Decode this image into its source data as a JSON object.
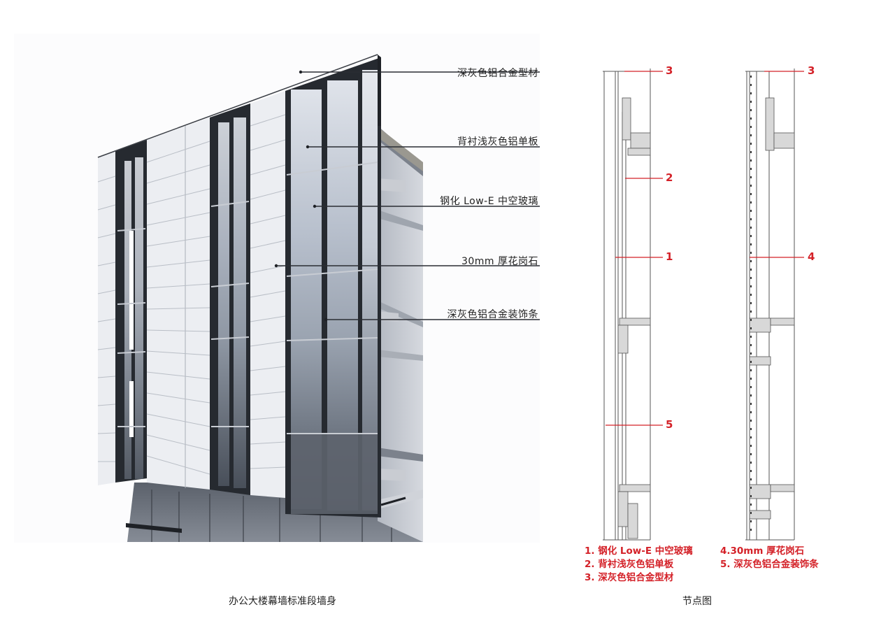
{
  "left_figure": {
    "caption": "办公大楼幕墙标准段墙身",
    "callouts": [
      {
        "label": "深灰色铝合金型材"
      },
      {
        "label": "背衬浅灰色铝单板"
      },
      {
        "label": "钢化 Low-E 中空玻璃"
      },
      {
        "label": "30mm 厚花岗石"
      },
      {
        "label": "深灰色铝合金装饰条"
      }
    ]
  },
  "right_figure": {
    "caption": "节点图",
    "section_a_markers": [
      "3",
      "2",
      "1",
      "5"
    ],
    "section_b_markers": [
      "3",
      "4"
    ],
    "legend": [
      "1. 钢化 Low-E 中空玻璃",
      "2. 背衬浅灰色铝单板",
      "3. 深灰色铝合金型材",
      "4.30mm 厚花岗石",
      "5. 深灰色铝合金装饰条"
    ]
  },
  "colors": {
    "annotation_red": "#d42128",
    "frame_dark": "#2a2d33",
    "panel_light": "#e9ecf1",
    "glass": "#b9c2cf"
  }
}
